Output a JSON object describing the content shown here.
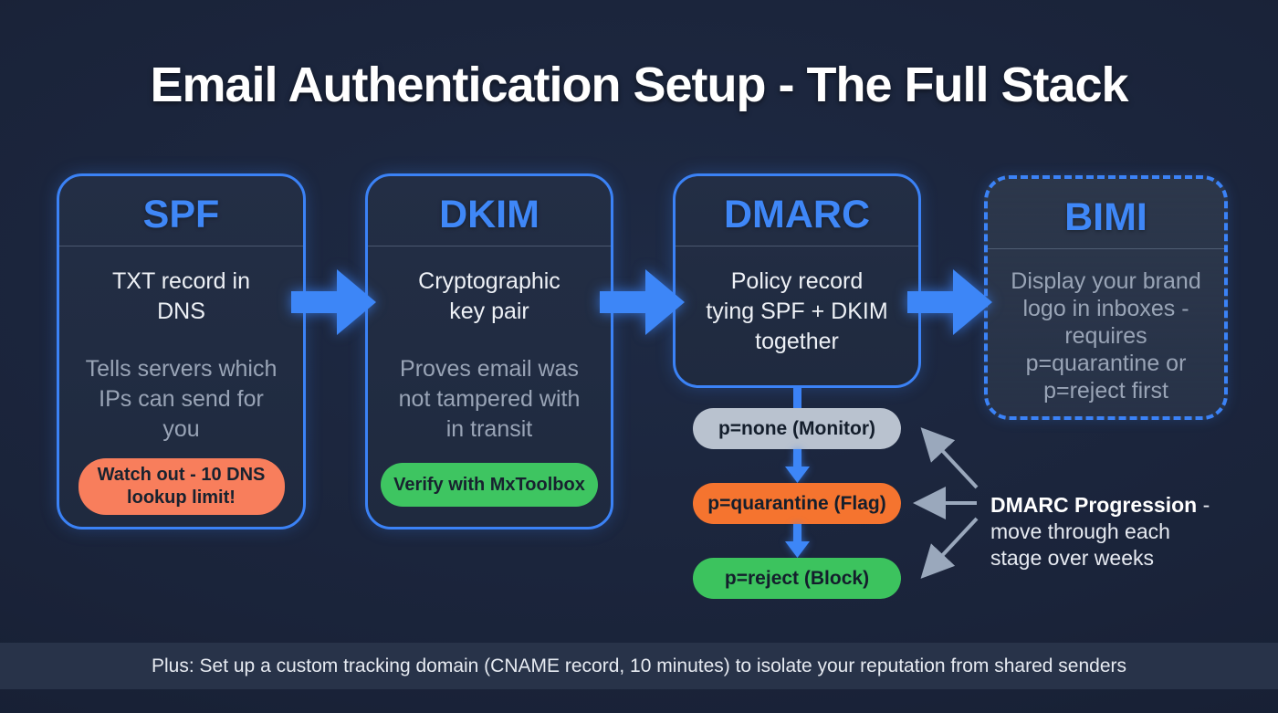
{
  "title": "Email Authentication Setup - The Full Stack",
  "cards": [
    {
      "title": "SPF",
      "primary": "TXT record in\nDNS",
      "secondary": "Tells servers which\nIPs can send for\nyou",
      "badge_label": "Watch out - 10 DNS lookup limit!"
    },
    {
      "title": "DKIM",
      "primary": "Cryptographic\nkey pair",
      "secondary": "Proves email was\nnot tampered with\nin transit",
      "badge_label": "Verify with MxToolbox"
    },
    {
      "title": "DMARC",
      "primary": "Policy record\ntying SPF + DKIM\ntogether"
    },
    {
      "title": "BIMI",
      "secondary": "Display your brand\nlogo in inboxes -\nrequires\np=quarantine or\np=reject first"
    }
  ],
  "progression": {
    "stages": [
      {
        "label": "p=none (Monitor)",
        "color": "#b9c2cf"
      },
      {
        "label": "p=quarantine (Flag)",
        "color": "#f5742f"
      },
      {
        "label": "p=reject (Block)",
        "color": "#3cc35e"
      }
    ],
    "note_bold": "DMARC Progression",
    "note_rest": " -\nmove through each\nstage over weeks"
  },
  "footer": {
    "text": "Plus: Set up a custom tracking domain (CNAME record, 10 minutes) to isolate your reputation from shared senders"
  },
  "colors": {
    "accent_blue": "#3b82f6",
    "warning_orange": "#f87e5c",
    "success_green": "#3ec561",
    "annotation_gray": "#9aa8bc",
    "background_navy": "#1a2339"
  }
}
